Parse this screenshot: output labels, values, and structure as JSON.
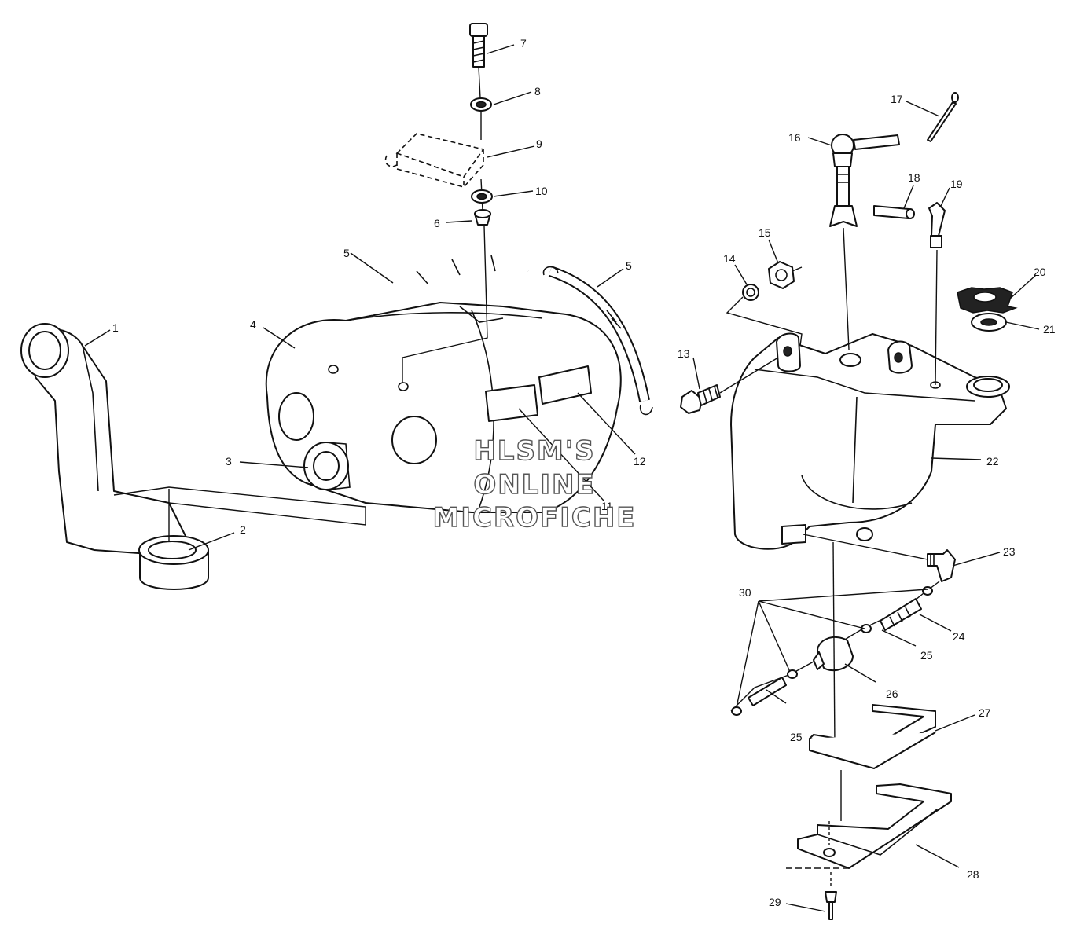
{
  "watermark": {
    "line1": "HLSM'S",
    "line2": "ONLINE",
    "line3": "MICROFICHE"
  },
  "callouts": {
    "c1": "1",
    "c2": "2",
    "c3": "3",
    "c4": "4",
    "c5a": "5",
    "c5b": "5",
    "c6": "6",
    "c7": "7",
    "c8": "8",
    "c9": "9",
    "c10": "10",
    "c11": "11",
    "c12": "12",
    "c13": "13",
    "c14": "14",
    "c15": "15",
    "c16": "16",
    "c17": "17",
    "c18": "18",
    "c19": "19",
    "c20": "20",
    "c21": "21",
    "c22": "22",
    "c23": "23",
    "c24": "24",
    "c25a": "25",
    "c25b": "25",
    "c26": "26",
    "c27": "27",
    "c28": "28",
    "c29": "29",
    "c30": "30"
  }
}
